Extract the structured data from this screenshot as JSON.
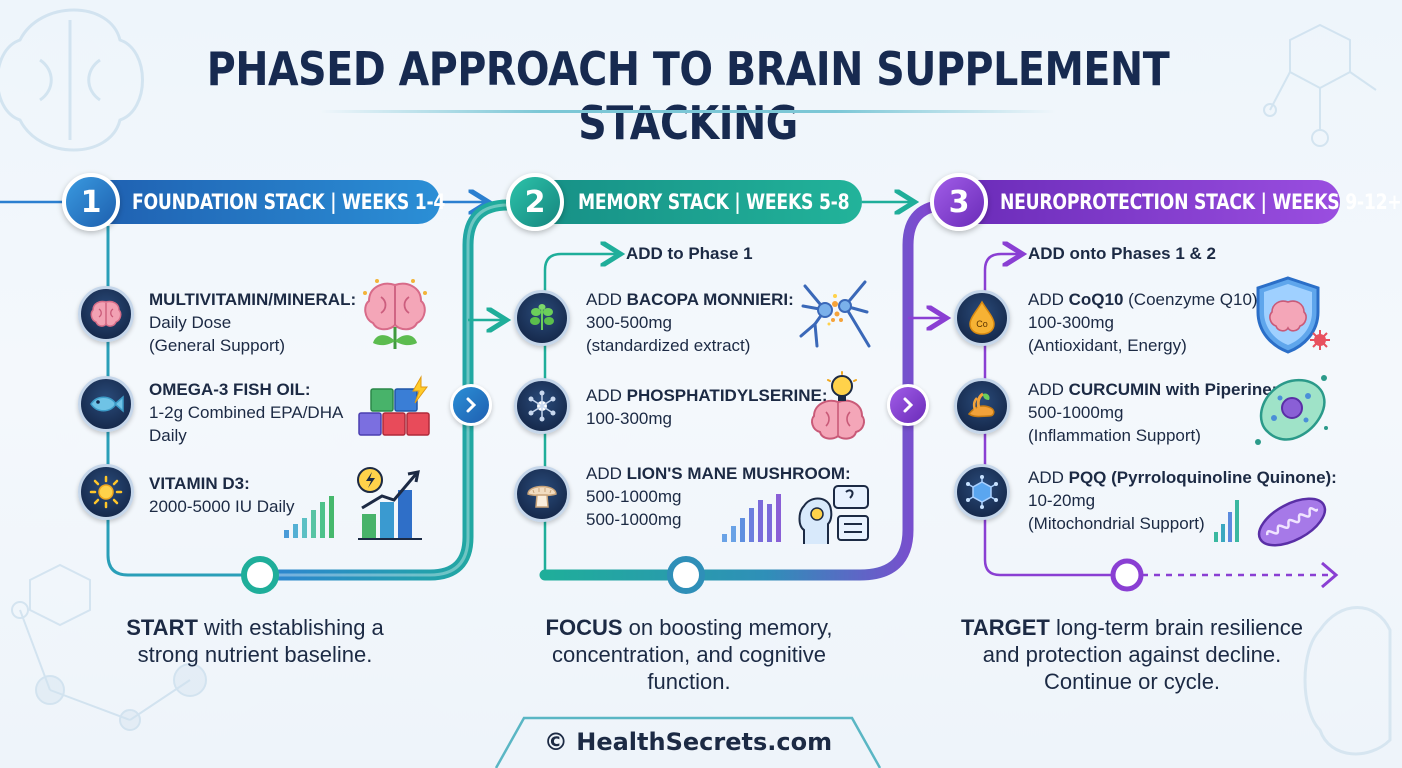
{
  "title": "PHASED APPROACH TO BRAIN SUPPLEMENT STACKING",
  "colors": {
    "phase1": "#2b7fd0",
    "phase2": "#1fae9a",
    "phase3": "#8a3fd3",
    "navy": "#172a50"
  },
  "phases": [
    {
      "number": "1",
      "banner": "FOUNDATION STACK | WEEKS 1-4",
      "add_header": "",
      "items": [
        {
          "icon": "brain-icon",
          "name": "MULTIVITAMIN/MINERAL:",
          "prefix": "",
          "suffix": "",
          "lines": [
            "Daily Dose",
            "(General Support)"
          ]
        },
        {
          "icon": "fish-icon",
          "name": "OMEGA-3 FISH OIL:",
          "prefix": "",
          "suffix": "",
          "lines": [
            "1-2g Combined EPA/DHA",
            "Daily"
          ]
        },
        {
          "icon": "sun-icon",
          "name": "VITAMIN D3:",
          "prefix": "",
          "suffix": "",
          "lines": [
            "2000-5000 IU Daily"
          ]
        }
      ],
      "caption_bold": "START",
      "caption_rest": " with establishing a strong nutrient baseline."
    },
    {
      "number": "2",
      "banner": "MEMORY STACK | WEEKS 5-8",
      "add_header": "ADD to Phase 1",
      "items": [
        {
          "icon": "herb-leaf-icon",
          "name": "BACOPA MONNIERI:",
          "prefix": "ADD ",
          "suffix": "",
          "lines": [
            "300-500mg",
            "(standardized extract)"
          ]
        },
        {
          "icon": "network-node-icon",
          "name": "PHOSPHATIDYLSERINE:",
          "prefix": "ADD ",
          "suffix": "",
          "lines": [
            "100-300mg"
          ]
        },
        {
          "icon": "mushroom-icon",
          "name": "LION'S MANE MUSHROOM:",
          "prefix": "ADD ",
          "suffix": "",
          "lines": [
            "500-1000mg",
            "500-1000mg"
          ]
        }
      ],
      "caption_bold": "FOCUS",
      "caption_rest": " on boosting memory, concentration, and cognitive function."
    },
    {
      "number": "3",
      "banner": "NEUROPROTECTION STACK | WEEKS 9-12+",
      "add_header": "ADD onto Phases 1 & 2",
      "items": [
        {
          "icon": "coq10-drop-icon",
          "name": "CoQ10",
          "prefix": "ADD ",
          "suffix": " (Coenzyme Q10):",
          "lines": [
            "100-300mg",
            "(Antioxidant, Energy)"
          ]
        },
        {
          "icon": "turmeric-root-icon",
          "name": "CURCUMIN with Piperine:",
          "prefix": "ADD ",
          "suffix": "",
          "lines": [
            "500-1000mg",
            "(Inflammation Support)"
          ]
        },
        {
          "icon": "molecule-icon",
          "name": "PQQ (Pyrroloquinoline Quinone):",
          "prefix": "ADD ",
          "suffix": "",
          "lines": [
            "10-20mg",
            "(Mitochondrial Support)"
          ]
        }
      ],
      "caption_bold": "TARGET",
      "caption_rest": " long-term brain resilience and protection against decline. Continue or cycle."
    }
  ],
  "footer": "© HealthSecrets.com"
}
